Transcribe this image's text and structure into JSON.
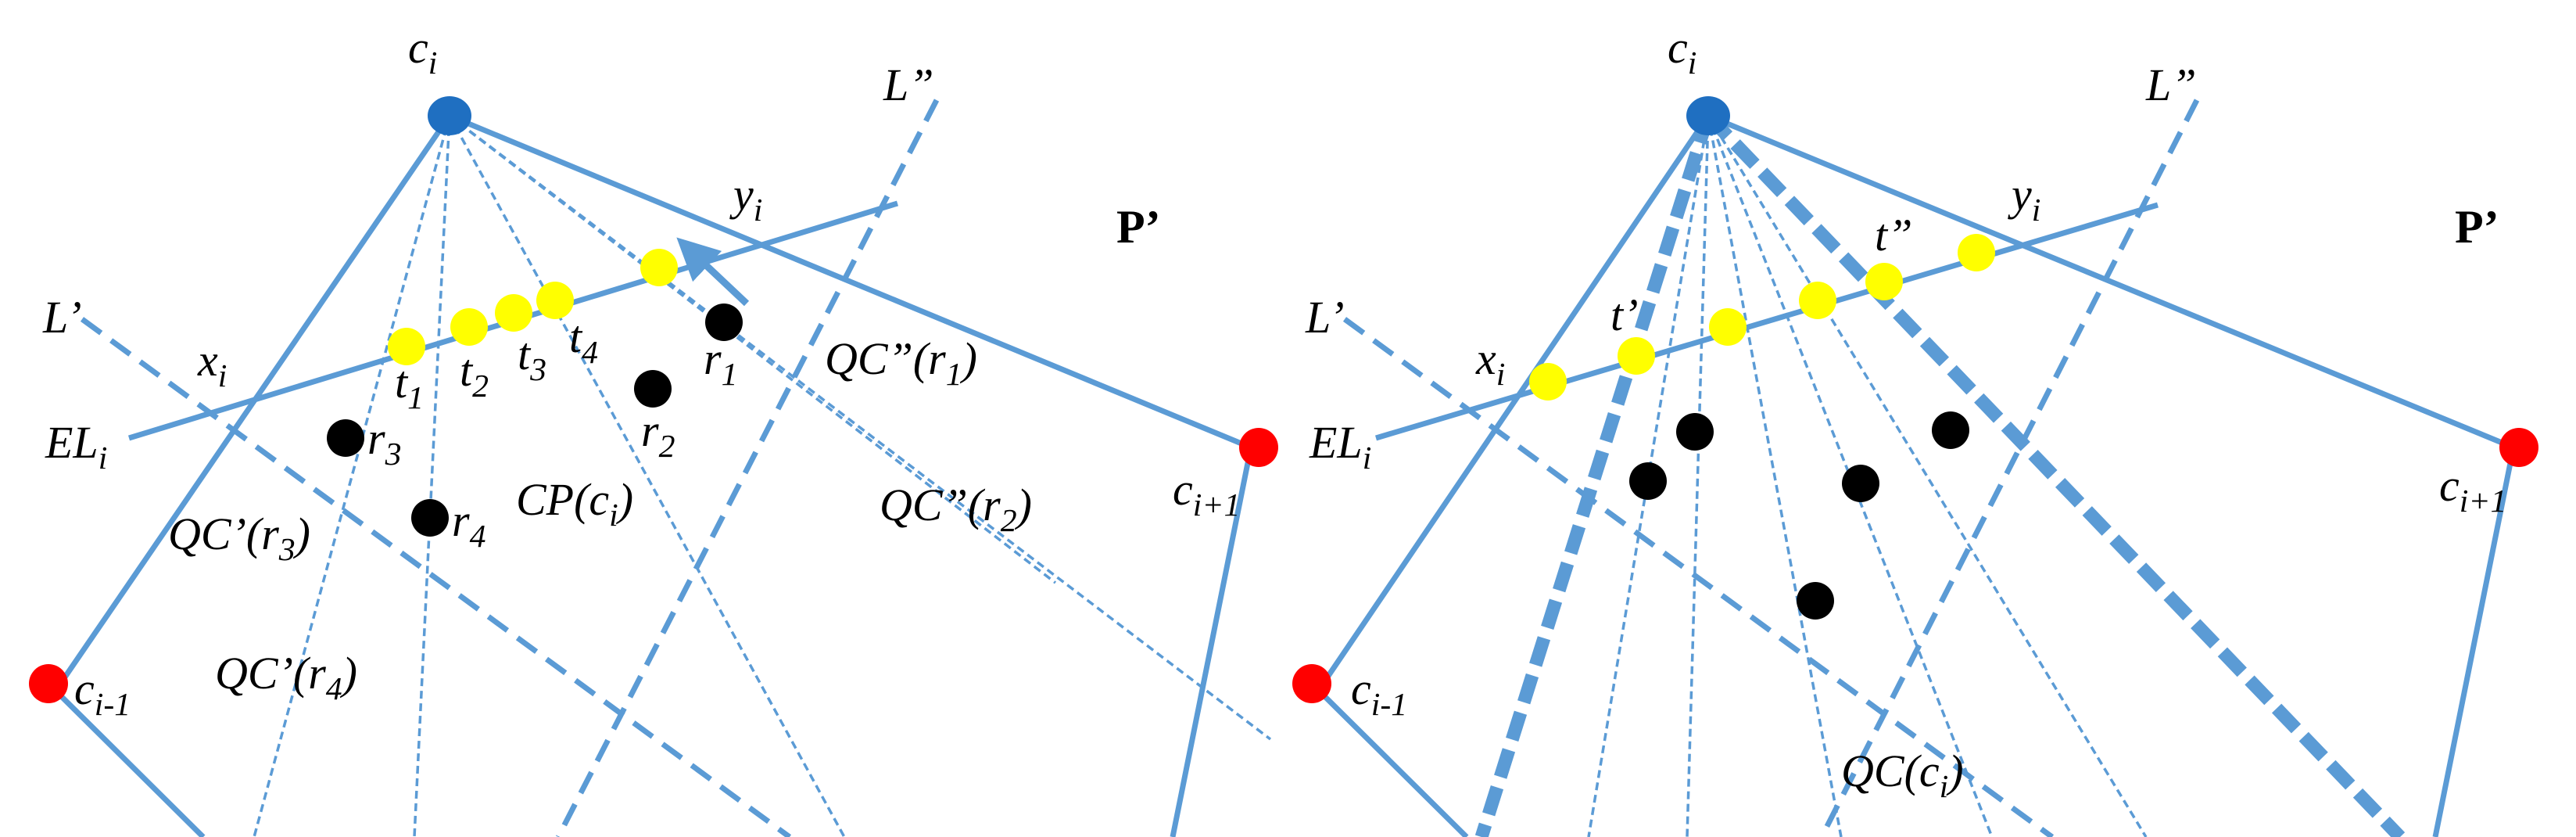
{
  "panels": [
    {
      "id": "left",
      "labels": {
        "c_i": {
          "main": "c",
          "sub": "i"
        },
        "c_i_plus_1": {
          "main": "c",
          "sub": "i+1"
        },
        "c_i_minus_1": {
          "main": "c",
          "sub": "i-1"
        },
        "P_prime": "P’",
        "L_prime": "L’",
        "L_dprime": "L”",
        "EL_i": {
          "main": "EL",
          "sub": "i"
        },
        "x_i": {
          "main": "x",
          "sub": "i"
        },
        "y_i": {
          "main": "y",
          "sub": "i"
        },
        "t1": {
          "main": "t",
          "sub": "1"
        },
        "t2": {
          "main": "t",
          "sub": "2"
        },
        "t3": {
          "main": "t",
          "sub": "3"
        },
        "t4": {
          "main": "t",
          "sub": "4"
        },
        "r1": {
          "main": "r",
          "sub": "1"
        },
        "r2": {
          "main": "r",
          "sub": "2"
        },
        "r3": {
          "main": "r",
          "sub": "3"
        },
        "r4": {
          "main": "r",
          "sub": "4"
        },
        "CP": {
          "pre": "CP(c",
          "sub": "i",
          "post": ")"
        },
        "QC_dd_r1": {
          "pre": "QC”(r",
          "sub": "1",
          "post": ")"
        },
        "QC_dd_r2": {
          "pre": "QC”(r",
          "sub": "2",
          "post": ")"
        },
        "QC_d_r3": {
          "pre": "QC’(r",
          "sub": "3",
          "post": ")"
        },
        "QC_d_r4": {
          "pre": "QC’(r",
          "sub": "4",
          "post": ")"
        }
      }
    },
    {
      "id": "right",
      "labels": {
        "c_i": {
          "main": "c",
          "sub": "i"
        },
        "c_i_plus_1": {
          "main": "c",
          "sub": "i+1"
        },
        "c_i_minus_1": {
          "main": "c",
          "sub": "i-1"
        },
        "P_prime": "P’",
        "L_prime": "L’",
        "L_dprime": "L”",
        "EL_i": {
          "main": "EL",
          "sub": "i"
        },
        "x_i": {
          "main": "x",
          "sub": "i"
        },
        "y_i": {
          "main": "y",
          "sub": "i"
        },
        "t_prime": "t’",
        "t_dprime": "t”",
        "QC_ci": {
          "pre": "QC(c",
          "sub": "i",
          "post": ")"
        }
      }
    }
  ],
  "colors": {
    "line": "#5b9bd5",
    "vertex_ci": "#1f6fc1",
    "vertex_neighbors": "#ff0000",
    "candidate_points": "#ffff00",
    "reflex_points": "#000000"
  }
}
